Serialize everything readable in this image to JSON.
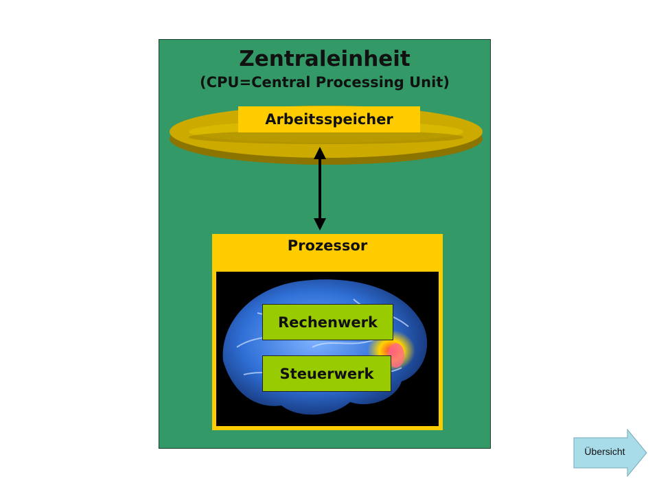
{
  "diagram": {
    "title": "Zentraleinheit",
    "subtitle": "(CPU=Central Processing Unit)",
    "memory_label": "Arbeitsspeicher",
    "processor_label": "Prozessor",
    "units": [
      "Rechenwerk",
      "Steuerwerk"
    ]
  },
  "nav": {
    "overview_label": "Übersicht"
  },
  "colors": {
    "panel": "#339966",
    "memory_ring": "#ccaa00",
    "label_yellow": "#ffcc00",
    "unit_green": "#99cc00",
    "nav_button": "#a8dce8"
  }
}
